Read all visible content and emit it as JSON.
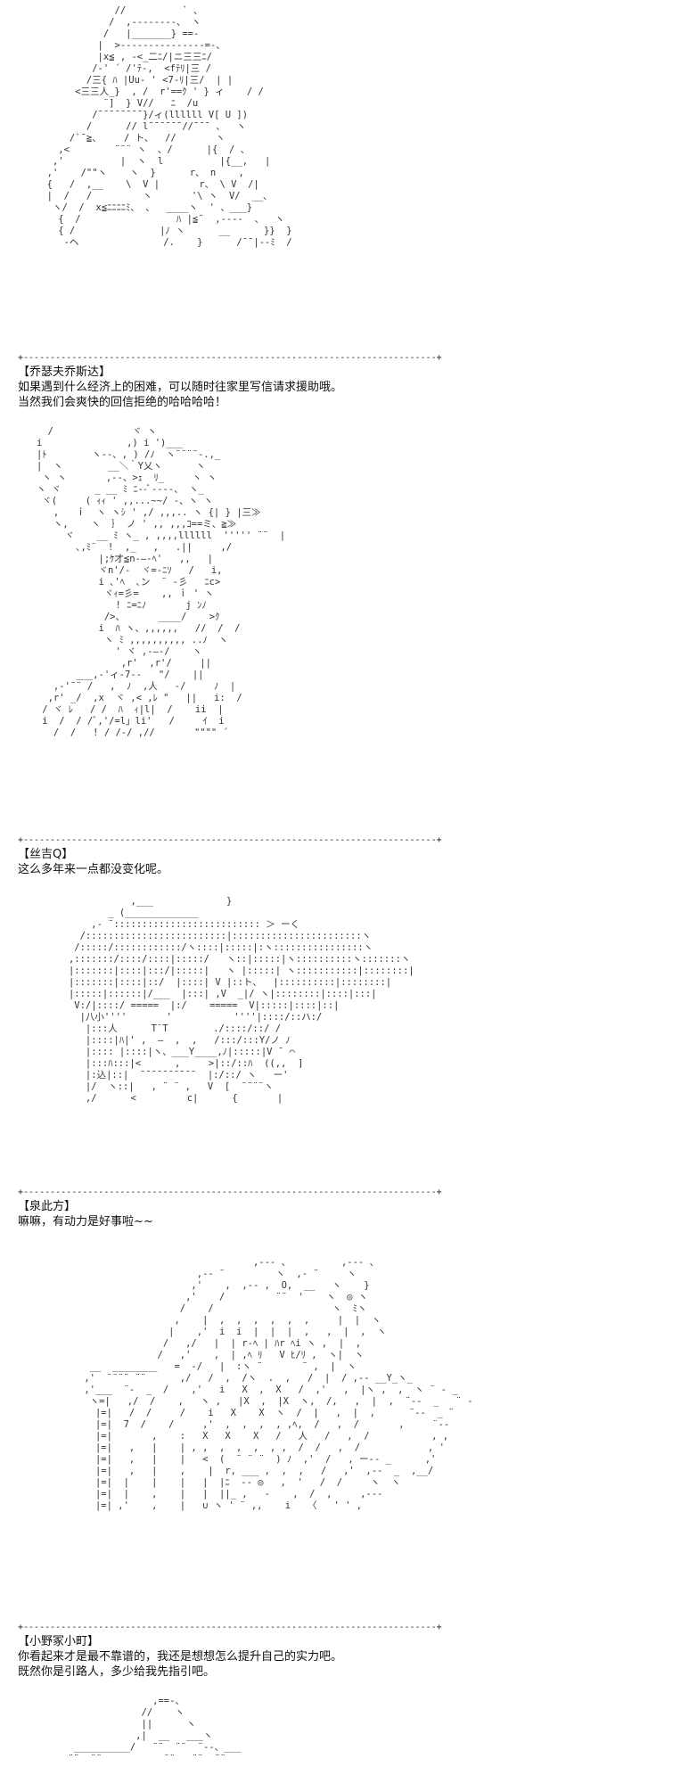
{
  "separator": "+-----------------------------------------------------------------------------+",
  "blocks": [
    {
      "speaker": "【乔瑟夫乔斯达】",
      "lines": [
        "如果遇到什么经济上的困难，可以随时往家里写信请求援助哦。",
        "当然我们会爽快的回信拒绝的哈哈哈哈！"
      ],
      "art": "              //          ` 、\n             /  ,--------、 ヽ\n            /   |_______} ==-\n           |  >---------------=-、\n           |x≦ , -<_二ﾆ/|ニ三三ﾆ/\n          /-' ´ /'ﾃ‐,  <fﾃﾘ|三 /\n         /三{ ﾊ |Uu‐ ' <7‐ﾘ|三/  | |\n       <三三人_}  , /  r'==ｸ ' } ィ    / /\n            ¨]  } V//   ﾆ  /u\n          /¯¯¯¯¯¯¯¯}/ィ(llllll V[ U ])\n         /      // l¨¯¯¯¯¯//¯¯¯ 、  ヽ\n      /`¯≧、    / ト、  //       ヽ\n    ,<        ¨¨¨ ヽ  、/      |{  / 、\n   ,'          |  ヽ  l          |{__,   |\n  ,'    /\"\"ヽ    ヽ  }      r、 n    ,\n  {   /  ,__    \\  V |       r、 \\ V  /|\n  |  /   /         ヽ       '\\ ヽ  V/  __、\n   ヽ/  /  x≦ﾆﾆﾆﾆﾐ、 、  ____ヽ  ' 、___}\n    {  /                 ﾊ |≦¨  ,---‐  、  ヽ\n    { /               |ﾉ ヽ      __      }}  }\n     -ヘ               /.    }      /¯¯|--ﾐ  /"
    },
    {
      "speaker": "【丝吉Q】",
      "lines": [
        "这么多年来一点都没变化呢。"
      ],
      "art": "     /              ヾ ヽ\n   i               ,) i ')___\n   |ﾄ        ヽ-‐、, ) /ﾉ  ヽ¨¨¨¨‐.,_\n   |  ヽ        __＼｀Y乂ヽ      ヽ\n    ヽ ヽ       ,‐-、>ｪ  ﾘ_     ヽ ヽ\n   ヽ ヾ      _ __ ﾐ ﾆ--ﾞ‐‐--、 ヽ_\n    ヾ(     ( ｨｨ ' ,,...~~/ ‐、ヽ ヽ\n      ,   ｉ  ヽ ヽｼ ' ,/ ,,,.. ヽ {| } |三≫\n      ヽ,    ヽ  ｝ ノ ' ,, ,,,ｺ==ミ、≧≫\n        ヾ    __ ﾐ ヽ_ , ,,,,llllll  ''''' ¨¨  |\n          ､,ﾐ¨  !  ,_   ,   .||     ,/ \n              |;ｹ才≦n-―‐ﾍ'   ,,   |\n              ヾn'/-  ヾ=-ﾆｿ   /   i,\n              i ､'ﾍ  ､ン  ¨ ‐彡   ﾆc>\n               ヾｨ=彡=    ,, ｉ ' ヽ\n                 ! ﾆ=ﾆﾉ       j ﾝﾉ\n               />、      ____/    >ｸ\n              i  ﾊ ヽ、,,,,,,   //  /  /\n               ヽ ﾐ ,,,,,,,,,, ..ﾉ  ヽ \n                 ' ヾ ,-―‐/    ヽ \n                  ,r'  ,r'/     ||\n          ___,-'ィ‐7-‐   \"/    ||\n      ,-'¨¨ /   ,  ﾉ  ,人   ‐/     ﾉ  |\n     ,r' _/  ,x  ヾ ,< ,ﾚ \"   ||   i:  /\n    / ヾ ﾚ   / /  ﾊ  ｨ|l|  /    ii  |\n    i  /  / /ﾞ,'/=l」li'   /     ｲ  i\n      /  /   ! / /‐/ ,//       \"\"\"\" ´"
    },
    {
      "speaker": "【泉此方】",
      "lines": [
        "嘛嘛，有动力是好事啦~~"
      ],
      "art": "              ,___             }\n          _ (_____________ \n       ,- ¨:::::::::::::::::::::::::: ＞ ーく\n     /:::::::::::::::::::::::::|:::::::::::::::::::::::ヽ\n    /:::::/::::::::::::/ヽ::::|:::::|:ヽ::::::::::::::::ヽ\n   ,:::::::/::::/::::|:::::/   ヽ::|:::::|ヽ::::::::::ヽ:::::::ヽ\n   |:::::::|::::|:::/|:::::|   ヽ |:::::| ヽ:::::::::::|::::::::|\n   |:::::::|::::|::/  |::::| V |::ト、  |::::::::::|::::::::|\n   |:::::|::::::|/___  |:::| ,V  _|/ ヽ|::::::::|::::|:::|\n    V:/|::::/ =====  |:/    =====  V|:::::|::::|::|\n     |八小''''       '           ''''|::::/::ハ:/ \n      |:::人      T¨T        ./::::/::/ /\n      |::::|ﾊ|' ,  ―  ,  ,   /:::/:::Y/ノ ﾉ\n      |:::: |::::|ヽ、___Y____,ﾉ|:::::|V ¯ ⌒\n      |:::ﾊ:::|<      ,     >|::/::ﾊ  ((,,  ]\n      |:込|::|  ¯¯¯¯¯¯¯¯¯¯  |:/::/ ヽ   ー'\n      |/  ヽ::|   , ¨ ¨ ,   V  [  ¨¨¨¨ヽ\n      ,/      <         c|      {       |"
    },
    {
      "speaker": "【小野冢小町】",
      "lines": [
        "你看起来才是最不靠谱的，我还是想想怎么提升自己的实力吧。",
        "既然你是引路人，多少给我先指引吧。"
      ],
      "art": "                               ,--- 、         ,-‐‐ 、\n                     ,‐‐ ¨         ヽ  ,- ¨     ヽ\n                    ,'    ,  ,‐- ,  O,  __   ヽ    }\n                   ,'    /         ¨¨  '    ヽ  ◎ ヽ\n                  /    /                     ヽ  ﾐヽ \n                 ,    |  ,  ,  ,  ,  ,  ,     |  |  ヽ\n                |    ,'  i  i  |  |  |  ,   ,  |  ,  ヽ\n               /   ,/   |  | r-ﾍ | ﾊr ﾍi ヽ ,  |  ,\n              /   ,'    ,  | ,ﾍ ﾘ   V ﾋ/ﾘ ,  ヽ|  ヽ \n  __  ________   =  -/   |  :ヽ ¨       ¨ ,  |  ヽ\n ,'  ¨¨¨¨ ¨¨      ,/   /  ,  /ヽ  .  ,   /  |  / ,-- __Y_ヽ_\n ,'___  ¨-  _  /    ,'   i   X  ,  X   /  ,'   ,  |ヽ ,  ,  ヽ ¨ ‐ _\n  ヽ=|   ,/  /    ,   ヽ ,   |X  ,  |X  ヽ,  /,   ,  |  ,  ¨‐-  _   ¨ ‐\n   |=|   /  /     /    i   X    X  ヽ  /  |   ,  |  ,      ¨‐-  _ ¨\n   |=|  7  /    /     ,'  ,  ,  ,  , ,ﾍ,  /   ,  /       ,     ¨‐-\n   |=|       ,    :   X   X    X   /   人   /   ,  /           , ,\n   |=|   ,   |    | , ,  ,  ,  ,  , ,  /  /   ,  /            , '\n   |=|   ,   |    |   <  (  ¨ ¨ ¨  ) ﾉ  ,'  /   , ー-‐ _      ,'\n   |=|   ,   |    ,    |  r, ___ ,  ,  ,   /   ,'  ,‐-  _  ,__/\n   |=|  |    |    |   |  |ﾆ  ‐- ◎   ,  '   /  /     ヽ  ヽ\n   |=|  |    ,    |   |  ||_ ,   -    ,  /  ,     ,-‐‐\n   |=| ,'    ,    |   ∪ ヽ ' ¨ ,,    i   〈   ' ' ,"
    },
    {
      "art": "                ,==-、\n              //    ヽ\n              ||      ヽ\n             ,|  __   ___ヽ\n  __________/   ¨¨  ¨¨  ¨‐-、___\n ¨¨  ¨¨           ¨¨   ¨¨  ¨¨"
    }
  ]
}
